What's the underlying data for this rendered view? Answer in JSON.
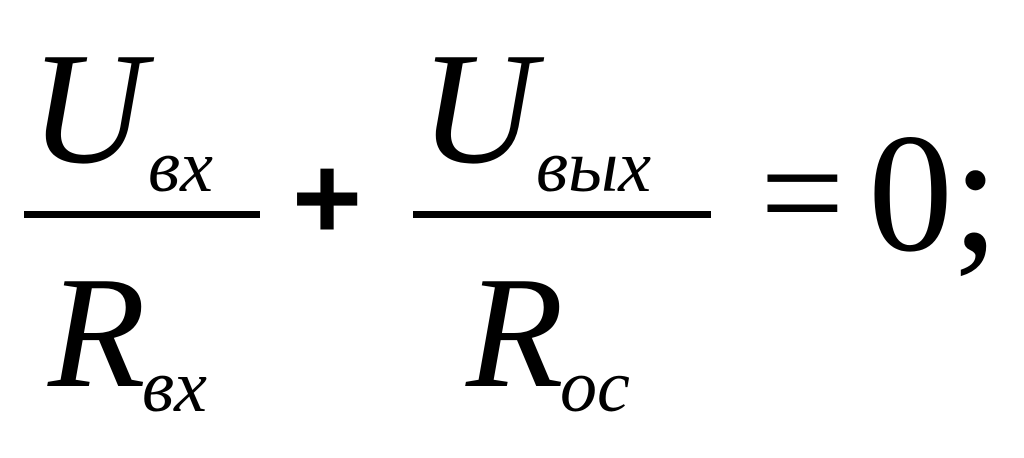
{
  "equation": {
    "term1": {
      "numerator": {
        "symbol": "U",
        "subscript": "вх"
      },
      "denominator": {
        "symbol": "R",
        "subscript": "вх"
      }
    },
    "plus": "+",
    "term2": {
      "numerator": {
        "symbol": "U",
        "subscript": "вых"
      },
      "denominator": {
        "symbol": "R",
        "subscript": "ос"
      }
    },
    "equals": "=",
    "rhs": "0",
    "terminator": ";"
  }
}
